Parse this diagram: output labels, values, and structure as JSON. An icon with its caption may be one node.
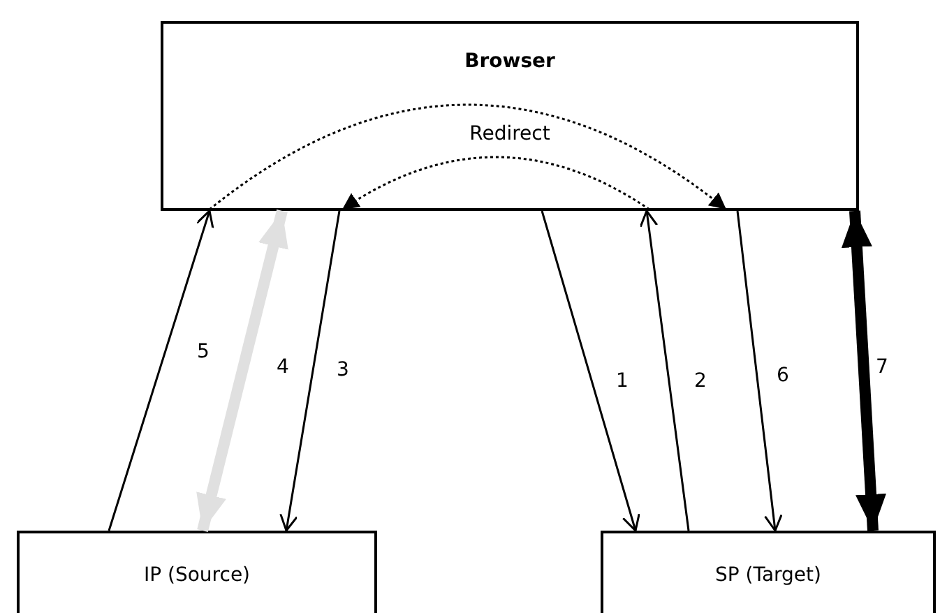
{
  "diagram": {
    "nodes": [
      {
        "text": [
          "Browser",
          "Redirect"
        ]
      },
      {
        "text": [
          "IP (Source)"
        ]
      },
      {
        "text": [
          "SP (Target)"
        ]
      }
    ],
    "edges": [
      {
        "from": 0,
        "to": 2,
        "arrow": "to",
        "label": "1"
      },
      {
        "from": 2,
        "to": 0,
        "arrow": "to",
        "label": "2"
      },
      {
        "from": 0,
        "to": 1,
        "arrow": "to",
        "label": "3"
      },
      {
        "from": 1,
        "to": 0,
        "arrow": "both",
        "label": "4",
        "style": "thick",
        "color": "#e0e0e0"
      },
      {
        "from": 1,
        "to": 0,
        "arrow": "to",
        "label": "5"
      },
      {
        "from": 0,
        "to": 2,
        "arrow": "to",
        "label": "6"
      },
      {
        "from": 0,
        "to": 2,
        "arrow": "both",
        "label": "7",
        "style": "thick"
      },
      {
        "from": 0,
        "to": 0,
        "arrow": "to",
        "style": "dashed"
      },
      {
        "from": 0,
        "to": 0,
        "arrow": "to",
        "style": "dashed"
      }
    ]
  }
}
